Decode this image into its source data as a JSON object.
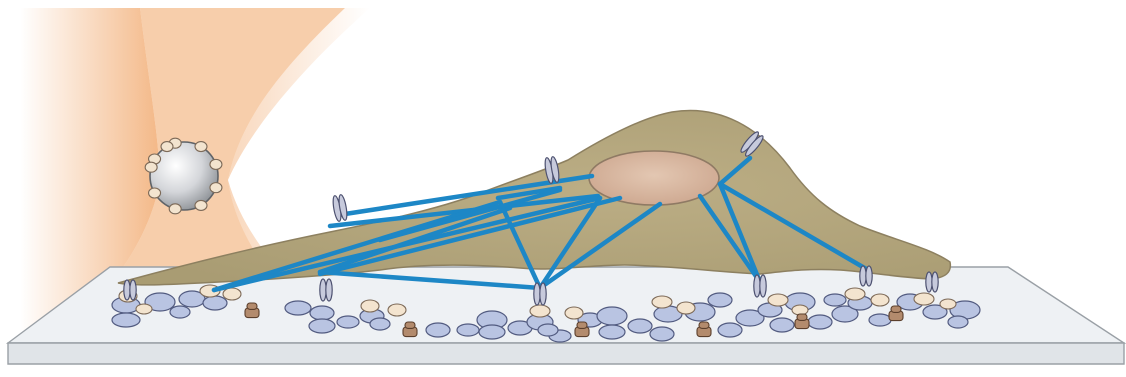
{
  "figure": {
    "labels": [],
    "colors": {
      "background": "#ffffff",
      "laser_beam": "#f0a262",
      "substrate_top": "#eef1f4",
      "substrate_side": "#dfe3e8",
      "cell_body": "#b2a57c",
      "cell_outline": "#8d8060",
      "nucleus": "#d9b9a1",
      "stress_fibers": "#1d87c6",
      "integrin": "#c7cadc",
      "ecm_blue": "#b9c4e2",
      "ecm_cream": "#f3e4cf",
      "ecm_brown": "#b38b6d",
      "bead": "#d7d9dc"
    },
    "icons": [
      "optical-trap-beam",
      "microbead",
      "cell",
      "nucleus",
      "stress-fiber",
      "integrin-receptor",
      "extracellular-matrix-protein",
      "substrate"
    ]
  }
}
